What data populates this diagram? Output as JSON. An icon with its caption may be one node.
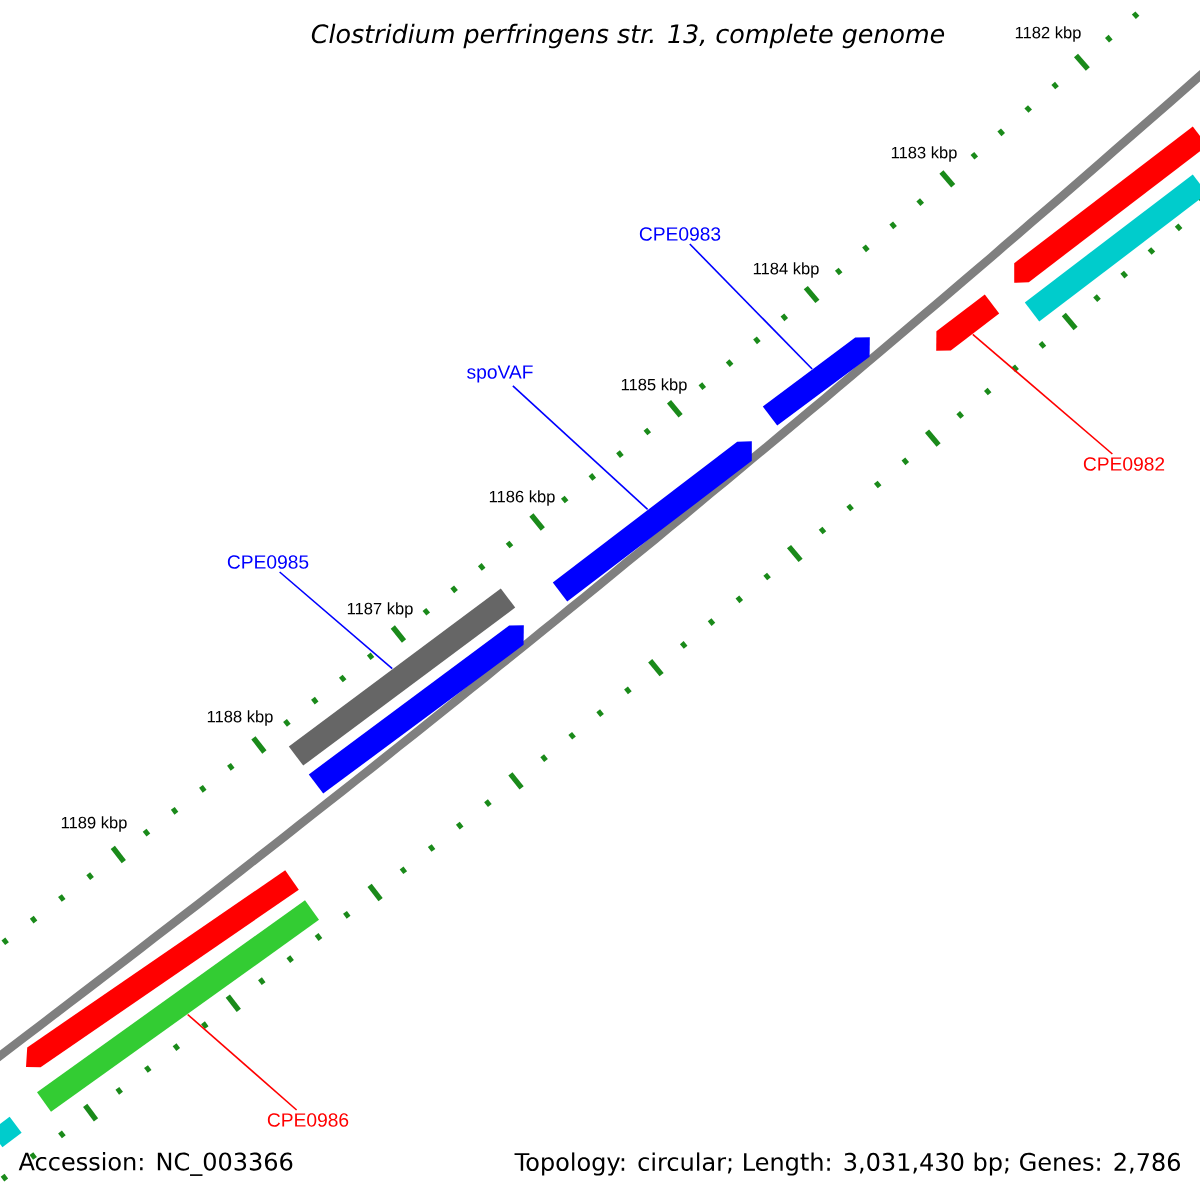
{
  "diagram": {
    "title": "Clostridium perfringens str. 13, complete genome",
    "nodes": [
      {
        "text": [
          "CPE0983"
        ]
      },
      {
        "text": [],
        "shape": "bar"
      },
      {
        "text": [
          "spoVAF"
        ]
      },
      {
        "text": [],
        "shape": "bar"
      },
      {
        "text": [
          "CPE0985"
        ]
      },
      {
        "text": [],
        "shape": "bar"
      },
      {
        "text": [
          "CPE0982"
        ]
      },
      {
        "text": [],
        "shape": "bar"
      },
      {
        "text": [
          "CPE0986"
        ]
      },
      {
        "text": [],
        "shape": "bar"
      },
      {
        "text": [],
        "shape": "bar"
      },
      {
        "text": [],
        "shape": "bar"
      },
      {
        "text": [],
        "shape": "bar"
      },
      {
        "text": [],
        "shape": "bar"
      },
      {
        "text": [],
        "shape": "bar"
      }
    ],
    "edges": [
      {
        "from": 0,
        "to": 1,
        "arrow": "none"
      },
      {
        "from": 2,
        "to": 3,
        "arrow": "none"
      },
      {
        "from": 4,
        "to": 5,
        "arrow": "none"
      },
      {
        "from": 6,
        "to": 7,
        "arrow": "none",
        "color": "#ff0000"
      },
      {
        "from": 8,
        "to": 9,
        "arrow": "none",
        "color": "#ff0000"
      }
    ],
    "labels": [
      "1182 kbp",
      "1183 kbp",
      "1184 kbp",
      "1185 kbp",
      "1186 kbp",
      "1187 kbp",
      "1188 kbp",
      "1189 kbp",
      "Accession: NC_003366",
      "Topology: circular; Length: 3,031,430 bp; Genes: 2,786"
    ]
  }
}
